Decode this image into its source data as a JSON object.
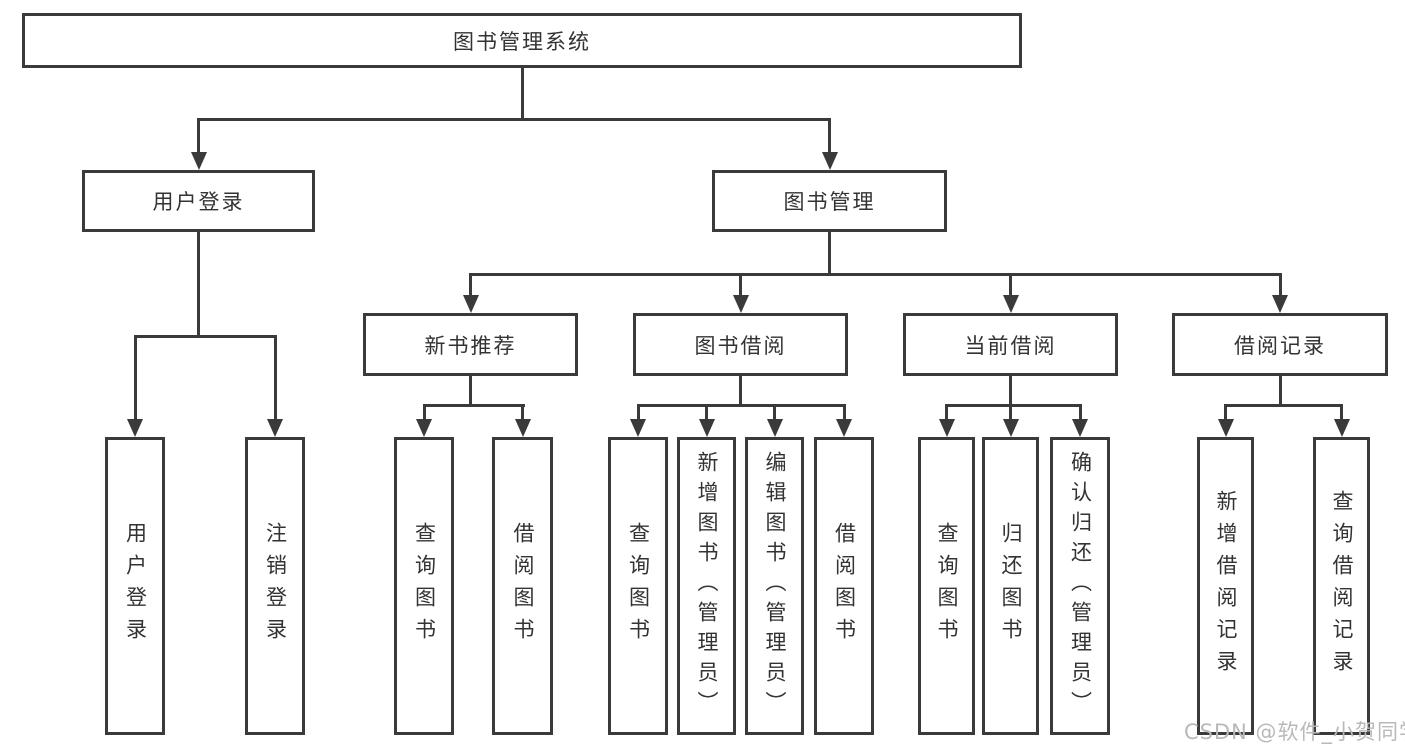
{
  "diagram": {
    "root": "图书管理系统",
    "branches": [
      {
        "label": "用户登录",
        "children": [
          "用户登录",
          "注销登录"
        ]
      },
      {
        "label": "图书管理",
        "children": [
          {
            "label": "新书推荐",
            "children": [
              "查询图书",
              "借阅图书"
            ]
          },
          {
            "label": "图书借阅",
            "children": [
              "查询图书",
              "新增图书（管理员）",
              "编辑图书（管理员）",
              "借阅图书"
            ]
          },
          {
            "label": "当前借阅",
            "children": [
              "查询图书",
              "归还图书",
              "确认归还（管理员）"
            ]
          },
          {
            "label": "借阅记录",
            "children": [
              "新增借阅记录",
              "查询借阅记录"
            ]
          }
        ]
      }
    ]
  },
  "watermark": "CSDN @软件_小贺同学",
  "colors": {
    "line": "#3a3a3a",
    "text": "#333333",
    "background": "#ffffff",
    "watermark": "#b9b9b9"
  }
}
